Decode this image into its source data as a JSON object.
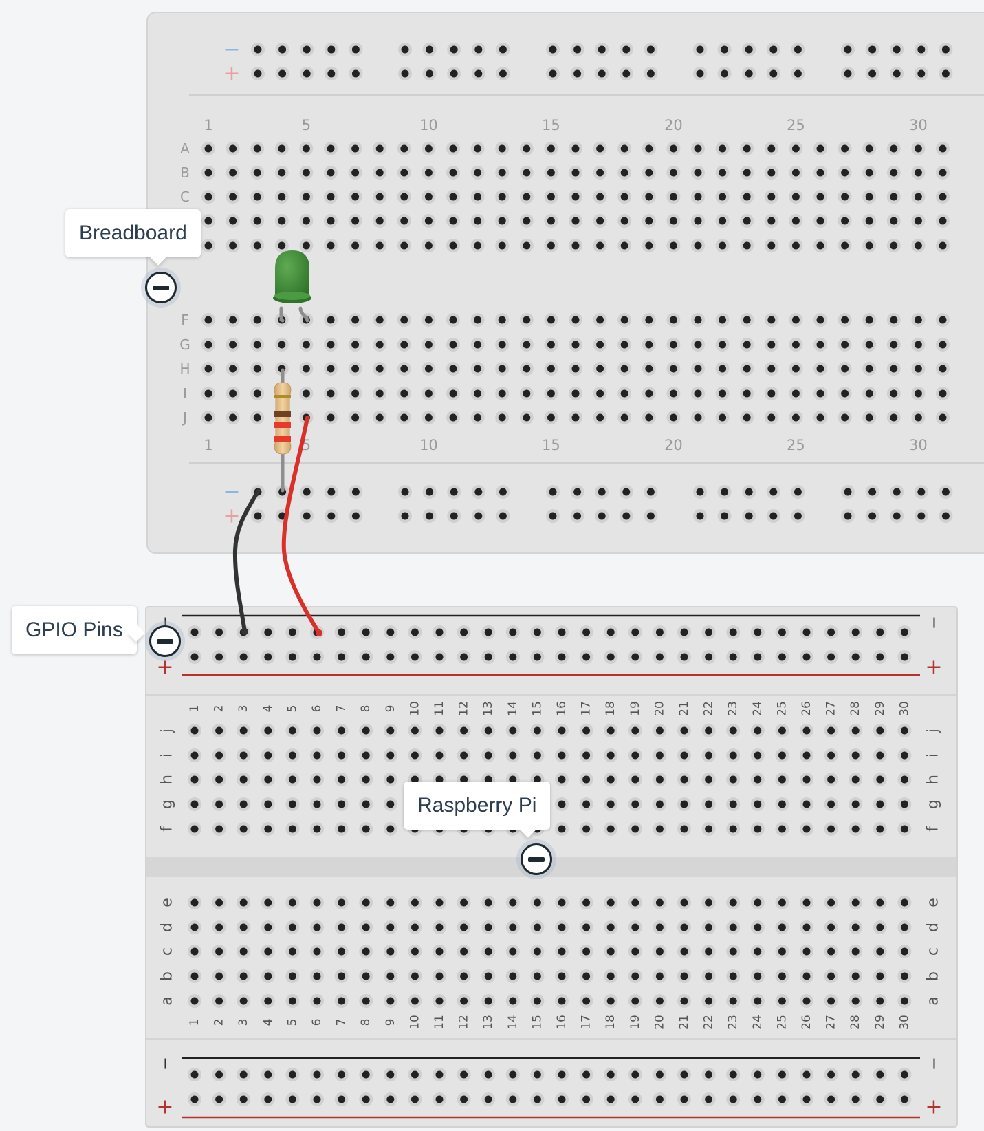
{
  "labels": {
    "breadboard": "Breadboard",
    "gpio": "GPIO Pins",
    "raspberry_pi": "Raspberry Pi"
  },
  "icons": {
    "collapse": "minus-circle-icon"
  },
  "breadboard": {
    "column_numbers": [
      "1",
      "5",
      "10",
      "15",
      "20",
      "25",
      "30"
    ],
    "rows_top": [
      "A",
      "B",
      "C",
      "D",
      "E"
    ],
    "rows_bottom": [
      "F",
      "G",
      "H",
      "I",
      "J"
    ],
    "rail_minus": "−",
    "rail_plus": "+"
  },
  "pi": {
    "columns": [
      "1",
      "2",
      "3",
      "4",
      "5",
      "6",
      "7",
      "8",
      "9",
      "10",
      "11",
      "12",
      "13",
      "14",
      "15",
      "16",
      "17",
      "18",
      "19",
      "20",
      "21",
      "22",
      "23",
      "24",
      "25",
      "26",
      "27",
      "28",
      "29",
      "30"
    ],
    "rows_upper": [
      "j",
      "i",
      "h",
      "g",
      "f"
    ],
    "rows_lower": [
      "e",
      "d",
      "c",
      "b",
      "a"
    ],
    "rail_minus": "−",
    "rail_plus": "+"
  },
  "colors": {
    "board": "#e4e4e4",
    "hole": "#222222",
    "wire_red": "#d9302a",
    "wire_black": "#333333",
    "led": "#3f8a36",
    "rail_red": "#b3332f",
    "rail_black": "#222222"
  }
}
